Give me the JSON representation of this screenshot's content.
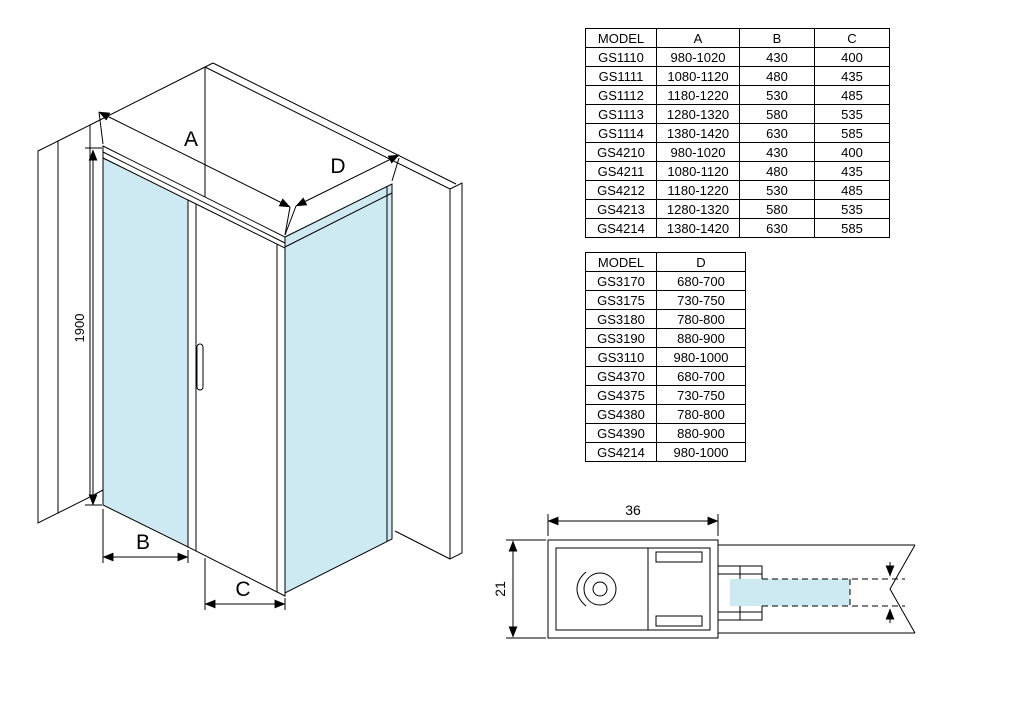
{
  "colors": {
    "glass": "#cdeaf3",
    "line": "#000000"
  },
  "iso": {
    "labels": {
      "a": "A",
      "b": "B",
      "c": "C",
      "d": "D",
      "height": "1900"
    }
  },
  "table_main": {
    "headers": [
      "MODEL",
      "A",
      "B",
      "C"
    ],
    "rows": [
      [
        "GS1110",
        "980-1020",
        "430",
        "400"
      ],
      [
        "GS1111",
        "1080-1120",
        "480",
        "435"
      ],
      [
        "GS1112",
        "1180-1220",
        "530",
        "485"
      ],
      [
        "GS1113",
        "1280-1320",
        "580",
        "535"
      ],
      [
        "GS1114",
        "1380-1420",
        "630",
        "585"
      ],
      [
        "GS4210",
        "980-1020",
        "430",
        "400"
      ],
      [
        "GS4211",
        "1080-1120",
        "480",
        "435"
      ],
      [
        "GS4212",
        "1180-1220",
        "530",
        "485"
      ],
      [
        "GS4213",
        "1280-1320",
        "580",
        "535"
      ],
      [
        "GS4214",
        "1380-1420",
        "630",
        "585"
      ]
    ]
  },
  "table_side": {
    "headers": [
      "MODEL",
      "D"
    ],
    "rows": [
      [
        "GS3170",
        "680-700"
      ],
      [
        "GS3175",
        "730-750"
      ],
      [
        "GS3180",
        "780-800"
      ],
      [
        "GS3190",
        "880-900"
      ],
      [
        "GS3110",
        "980-1000"
      ],
      [
        "GS4370",
        "680-700"
      ],
      [
        "GS4375",
        "730-750"
      ],
      [
        "GS4380",
        "780-800"
      ],
      [
        "GS4390",
        "880-900"
      ],
      [
        "GS4214",
        "980-1000"
      ]
    ]
  },
  "profile": {
    "width": "36",
    "depth": "21"
  }
}
